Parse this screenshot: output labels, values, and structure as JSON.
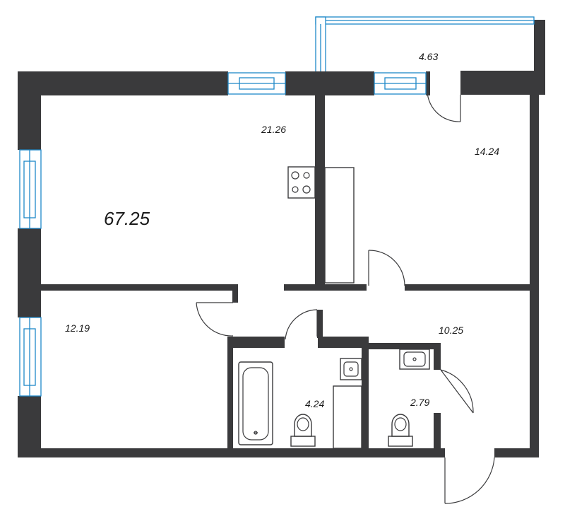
{
  "plan": {
    "total_area": "67.25",
    "rooms": {
      "kitchen_living": "21.26",
      "room_right": "14.24",
      "room_left": "12.19",
      "balcony": "4.63",
      "hallway": "10.25",
      "bathroom": "4.24",
      "toilet": "2.79"
    },
    "colors": {
      "wall": "#3a3a3c",
      "window": "#1e88c8",
      "fixture_line": "#3a3a3c",
      "background": "#ffffff"
    }
  }
}
